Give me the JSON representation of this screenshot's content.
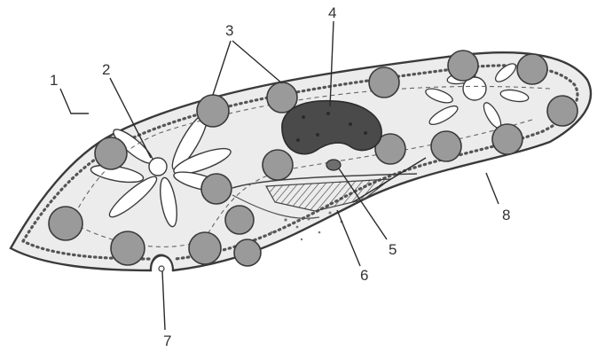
{
  "colors": {
    "cell_fill": "#ececec",
    "outline": "#3a3a3a",
    "vacuole_fill": "#9a9a9a",
    "macronucleus_fill": "#4a4a4a",
    "micronucleus_fill": "#6e6e6e",
    "ink": "#2b2b2b"
  },
  "labels": [
    "1",
    "2",
    "3",
    "4",
    "5",
    "6",
    "7",
    "8"
  ]
}
